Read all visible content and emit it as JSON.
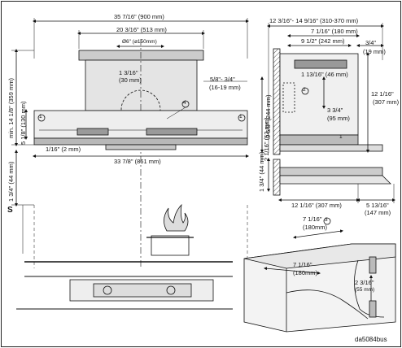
{
  "figure_code": "da5084bus",
  "label_s": "S",
  "front_view": {
    "width_overall": "35 7/16\" (900 mm)",
    "width_inner": "20 3/16\" (513 mm)",
    "duct_diameter": "Ø6\" (ø150mm)",
    "duct_offset": "1 3/16\"",
    "duct_offset_mm": "(30 mm)",
    "bracket_offset": "5/8\"- 3/4\"",
    "bracket_offset_mm": "(16-19 mm)",
    "min_height": "min. 14 1/8\" (359 mm)",
    "side_height": "5 1/8\" (130 mm)",
    "gap_small": "1/16\" (2 mm)",
    "hood_width": "33 7/8\" (861 mm)",
    "hood_to_cooktop": "1 3/4\" (44 mm)",
    "callout_1": "1",
    "callout_4": "4"
  },
  "side_view": {
    "depth_range": "12 3/16\"- 14 9/16\" (310-370 mm)",
    "depth_inner": "7 1/16\" (180 mm)",
    "width_242": "9 1/2\" (242 mm)",
    "front_gap": "3/4\"",
    "front_gap_mm": "(19 mm)",
    "depth_46": "1 13/16\" (46 mm)",
    "height_307": "12 1/16\"",
    "height_307_mm": "(307 mm)",
    "height_244": "9 5/8\" (244 mm)",
    "depth_95": "3 3/4\"",
    "depth_95_mm": "(95 mm)",
    "height_52": "2 1/16\" (52 mm)",
    "callout_1": "1",
    "callout_2": "2"
  },
  "lower_side_view": {
    "height_44": "1 3/4\" (44 mm)",
    "depth_307": "12 1/16\" (307 mm)",
    "ext_147": "5 13/16\"",
    "ext_147_mm": "(147 mm)"
  },
  "cabinet_view": {
    "dim_180": "7 1/16\"",
    "dim_180_mm": "(180mm)",
    "dim_inner": "7 1/16\"",
    "dim_inner_mm": "(180mm)",
    "dim_side": "2 3/16\"",
    "dim_side_mm": "(55 mm)",
    "callout_3": "3"
  }
}
